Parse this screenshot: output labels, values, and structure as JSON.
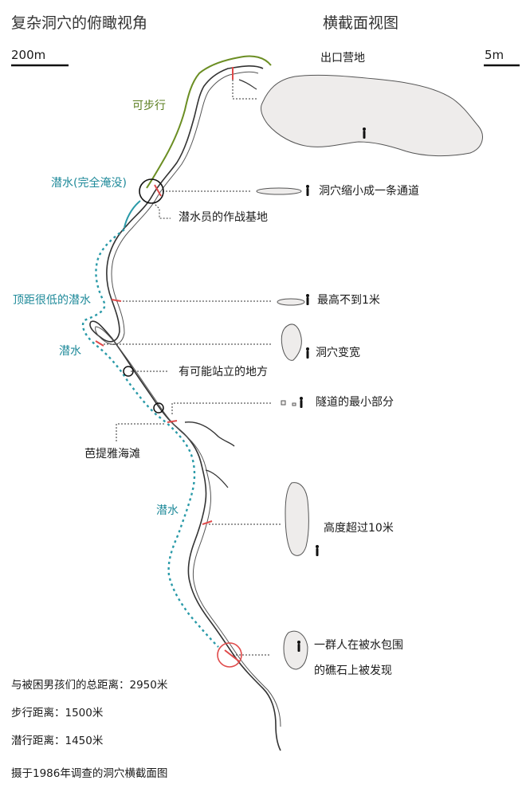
{
  "left_title": "复杂洞穴的俯瞰视角",
  "right_title": "横截面视图",
  "left_scale": "200m",
  "right_scale": "5m",
  "labels": {
    "exit_camp": "出口营地",
    "walkable": "可步行",
    "dive_full": "潜水(完全淹没)",
    "narrow_passage": "洞穴缩小成一条通道",
    "diver_base": "潜水员的作战基地",
    "low_ceiling_dive": "顶距很低的潜水",
    "max_height_1m": "最高不到1米",
    "dive_2": "潜水",
    "cave_widens": "洞穴变宽",
    "standable": "有可能站立的地方",
    "smallest_tunnel": "隧道的最小部分",
    "pattaya_beach": "芭提雅海滩",
    "dive_3": "潜水",
    "height_over_10m": "高度超过10米",
    "group_found_1": "一群人在被水包围",
    "group_found_2": "的礁石上被发现"
  },
  "stats": {
    "total_distance": "与被困男孩们的总距离：2950米",
    "walk_distance": "步行距离：1500米",
    "dive_distance": "潜行距离：1450米"
  },
  "footer": "摄于1986年调查的洞穴横截面图",
  "colors": {
    "walk_route": "#6b8e23",
    "dive_route": "#2a9aa8",
    "cross_section_marker": "#e04a4a",
    "shape_fill": "#eeeceb",
    "shape_stroke": "#555555"
  }
}
